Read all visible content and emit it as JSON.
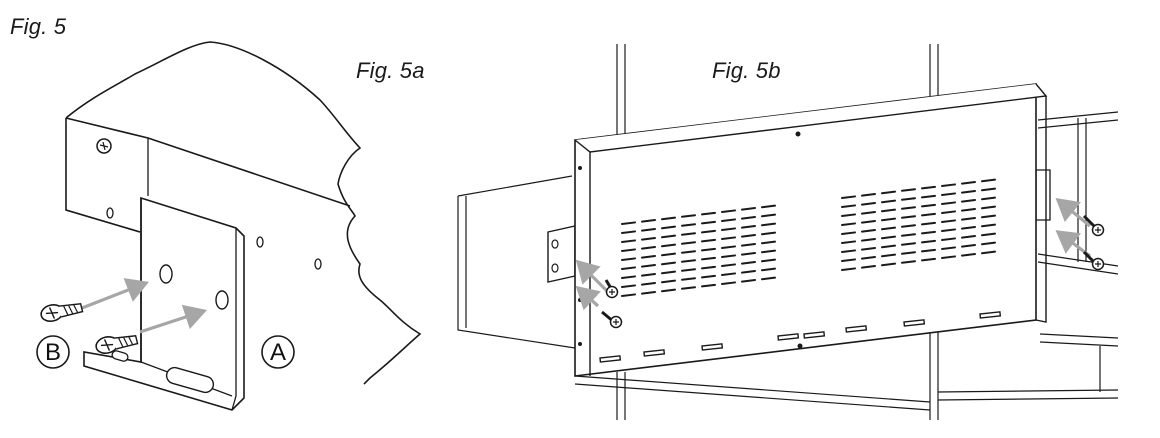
{
  "figure": {
    "main_label": "Fig. 5",
    "sub_a": {
      "label": "Fig. 5a",
      "callouts": {
        "screw": "B",
        "bracket": "A"
      }
    },
    "sub_b": {
      "label": "Fig. 5b"
    }
  },
  "colors": {
    "line": "#1a1a1a",
    "arrow": "#a6a6a6",
    "fill": "#ffffff"
  },
  "icons": [
    "screw-icon",
    "bracket-icon",
    "arrow-icon"
  ]
}
